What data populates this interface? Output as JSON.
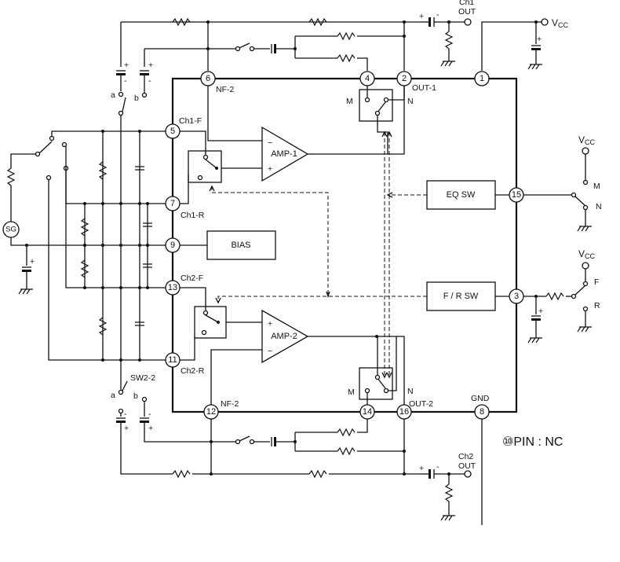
{
  "pins": {
    "p1": "1",
    "p2": "2",
    "p3": "3",
    "p4": "4",
    "p5": "5",
    "p6": "6",
    "p7": "7",
    "p8": "8",
    "p9": "9",
    "p11": "11",
    "p12": "12",
    "p13": "13",
    "p14": "14",
    "p15": "15",
    "p16": "16"
  },
  "labels": {
    "nf2_top": "NF-2",
    "out1": "OUT-1",
    "n_top": "N",
    "m_top": "M",
    "ch1f": "Ch1-F",
    "ch1r": "Ch1-R",
    "ch2f": "Ch2-F",
    "ch2r": "Ch2-R",
    "amp1": "AMP-1",
    "amp2": "AMP-2",
    "bias": "BIAS",
    "eqsw": "EQ SW",
    "frsw": "F / R SW",
    "ch1": "Ch1",
    "ch1out": "OUT",
    "ch2": "Ch2",
    "ch2out": "OUT",
    "vcc_top": "V",
    "vcc_sub": "CC",
    "m_eq": "M",
    "n_eq": "N",
    "f_fr": "F",
    "r_fr": "R",
    "gnd": "GND",
    "nf2_bot": "NF-2",
    "out2": "OUT-2",
    "n_bot": "N",
    "m_bot": "M",
    "sw22": "SW2-2",
    "a_top": "a",
    "b_top": "b",
    "a_bot": "a",
    "b_bot": "b",
    "sg": "SG",
    "nc_note": "⑩PIN : NC",
    "plus": "+",
    "minus": "−",
    "minus_sm": "-"
  }
}
